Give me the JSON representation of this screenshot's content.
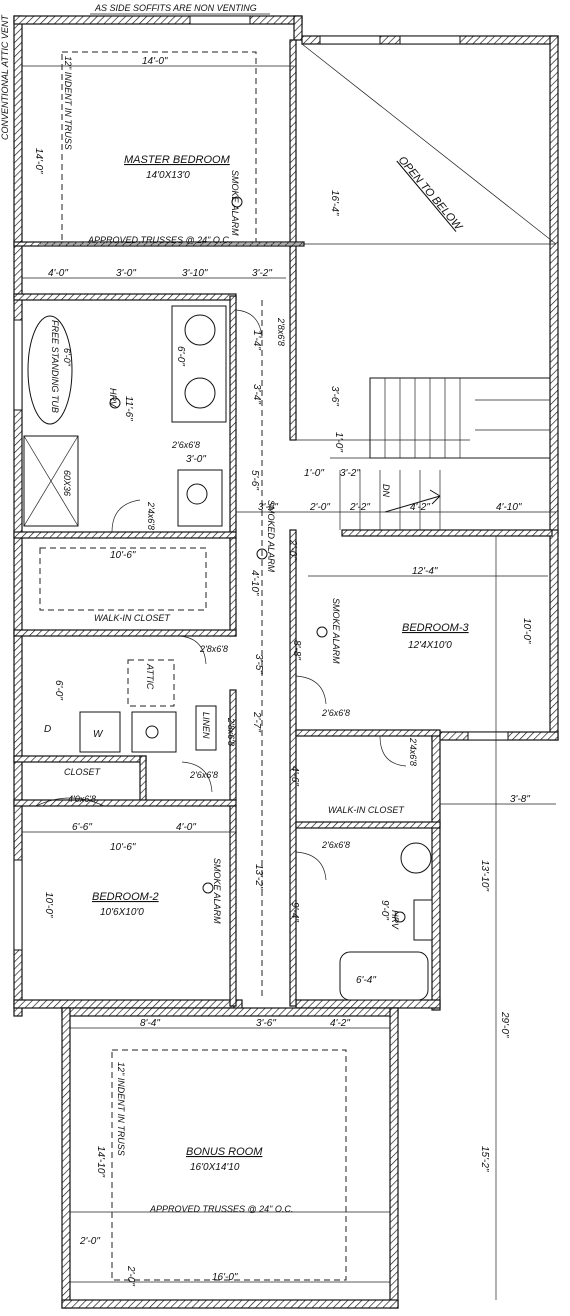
{
  "header": {
    "note_top": "AS SIDE SOFFITS ARE NON VENTING",
    "side_note_left": "CONVENTIONAL ATTIC VENT"
  },
  "rooms": {
    "master": {
      "name": "MASTER BEDROOM",
      "size": "14'0X13'0"
    },
    "open_below": {
      "name": "OPEN TO BELOW"
    },
    "bedroom3": {
      "name": "BEDROOM-3",
      "size": "12'4X10'0"
    },
    "bedroom2": {
      "name": "BEDROOM-2",
      "size": "10'6X10'0"
    },
    "bonus": {
      "name": "BONUS ROOM",
      "size": "16'0X14'10"
    },
    "walk_in_closet": {
      "name": "WALK-IN CLOSET"
    },
    "walk_in_closet2": {
      "name": "WALK-IN CLOSET"
    },
    "closet": {
      "name": "CLOSET"
    },
    "attic": {
      "name": "ATTIC"
    },
    "linen": {
      "name": "LINEN"
    }
  },
  "labels": {
    "smoke_alarm": "SMOKE ALARM",
    "smoked_alarm": "SMOKED ALARM",
    "indent_truss": "12\" INDENT IN TRUSS",
    "approved_trusses": "APPROVED TRUSSES @ 24\" O.C.",
    "free_standing_tub": "FREE STANDING TUB",
    "tub_size": "6'-0\"",
    "hrv": "HRV",
    "shower": "60X36",
    "dn": "DN",
    "w": "W",
    "d": "D",
    "tub2": "6'-4\""
  },
  "doors": {
    "d1": "2'8x6'8",
    "d2": "2'6x6'8",
    "d3": "2'4x6'8",
    "d4": "2'8x6'8",
    "d5": "2'8x6'8",
    "d6": "2'6x6'8",
    "d7": "2'6x6'8",
    "d8": "2'4x6'8",
    "d9": "4'0x6'8",
    "d10": "2'6x6'8"
  },
  "dims": {
    "d14_0_top": "14'-0\"",
    "d14_0_left": "14'-0\"",
    "d16_4": "16'-4\"",
    "d4_0": "4'-0\"",
    "d3_0": "3'-0\"",
    "d3_10": "3'-10\"",
    "d3_2": "3'-2\"",
    "d6_0": "6'-0\"",
    "d11_6": "11'-6\"",
    "d3_4": "3'-4\"",
    "d1_4": "1'-4\"",
    "d3_6": "3'-6\"",
    "d1_0": "1'-0\"",
    "d1_0b": "1'-0\"",
    "d3_2b": "3'-2\"",
    "d5_6": "5'-6\"",
    "d3_0b": "3'-0\"",
    "d3_6b": "3'-6\"",
    "d2_0": "2'-0\"",
    "d2_2": "2'-2\"",
    "d4_2": "4'-2\"",
    "d4_10": "4'-10\"",
    "d10_6": "10'-6\"",
    "d2_0b": "2'-0\"",
    "d4_10b": "4'-10\"",
    "d12_4": "12'-4\"",
    "d10_0": "10'-0\"",
    "d8_8": "8'-8\"",
    "d3_5": "3'-5\"",
    "d6_0b": "6'-0\"",
    "d2_7": "2'-7\"",
    "d4_6": "4'-6\"",
    "d3_8": "3'-8\"",
    "d6_6": "6'-6\"",
    "d4_0b": "4'-0\"",
    "d10_6b": "10'-6\"",
    "d10_0b": "10'-0\"",
    "d13_2": "13'-2\"",
    "d9_4": "9'-4\"",
    "d13_10": "13'-10\"",
    "d9_0": "9'-0\"",
    "d29_0": "29'-0\"",
    "d8_4": "8'-4\"",
    "d3_6c": "3'-6\"",
    "d4_2b": "4'-2\"",
    "d14_10": "14'-10\"",
    "d15_2": "15'-2\"",
    "d2_0c": "2'-0\"",
    "d2_0d": "2'-0\"",
    "d16_0": "16'-0\""
  }
}
